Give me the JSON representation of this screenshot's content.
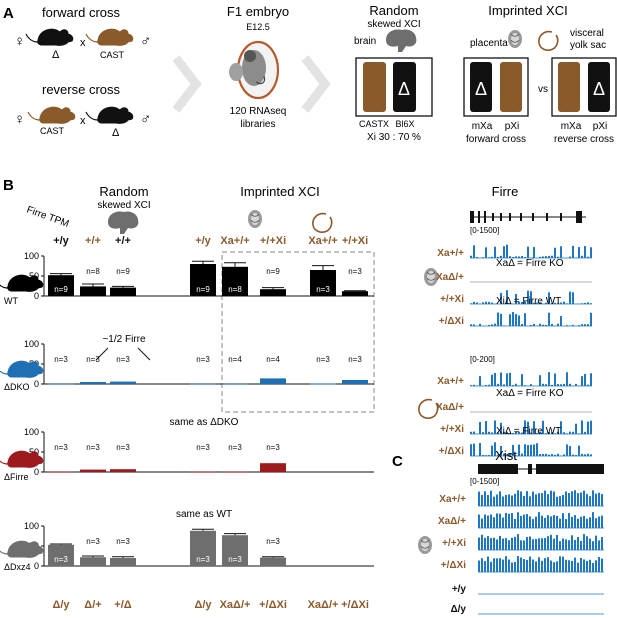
{
  "panels": {
    "a": "A",
    "b": "B",
    "c": "C"
  },
  "panel_a": {
    "forward_cross": "forward cross",
    "reverse_cross": "reverse cross",
    "cross_x": "x",
    "cast": "CAST",
    "delta": "Δ",
    "female": "♀",
    "male": "♂",
    "embryo_title": "F1 embryo",
    "embryo_stage": "E12.5",
    "libraries_count": "120 RNAseq",
    "libraries_word": "libraries",
    "random_title": "Random",
    "random_sub": "skewed XCI",
    "brain": "brain",
    "imprinted_title": "Imprinted XCI",
    "placenta": "placenta",
    "visceral": "visceral",
    "yolk_sac": "yolk sac",
    "castx": "CASTX",
    "bl6x": "Bl6X",
    "xi_ratio": "Xi 30  :  70 %",
    "vs": "vs",
    "mxa": "mXa",
    "pxi": "pXi",
    "forward_label": "forward cross",
    "reverse_label": "reverse cross"
  },
  "panel_b": {
    "random_title": "Random",
    "random_sub": "skewed XCI",
    "imprinted_title": "Imprinted XCI",
    "ylabel": "Firre TPM",
    "ticks": [
      "100",
      "50",
      "0"
    ],
    "annotation_half": "~1/2 Firre",
    "same_as_dko": "same as ΔDKO",
    "same_as_wt": "same as WT",
    "top_genotypes": [
      "+/y",
      "+/+",
      "+/+",
      "+/y",
      "Xa+/+",
      "+/+Xi",
      "Xa+/+",
      "+/+Xi"
    ],
    "bottom_genotypes": [
      "Δ/y",
      "Δ/+",
      "+/Δ",
      "Δ/y",
      "XaΔ/+",
      "+/ΔXi",
      "XaΔ/+",
      "+/ΔXi"
    ]
  },
  "chart_data": {
    "type": "bar",
    "title": "Firre TPM",
    "ylabel": "Firre TPM",
    "ylim": [
      0,
      100
    ],
    "categories": [
      "+/y brain",
      "+/+ brain",
      "+/+ brain (reverse)",
      "+/y placenta",
      "Xa+/+ placenta",
      "+/+Xi placenta",
      "Xa+/+ yolk sac",
      "+/+Xi yolk sac"
    ],
    "series": [
      {
        "name": "WT",
        "color": "#000000",
        "values": [
          52,
          24,
          21,
          80,
          73,
          17,
          65,
          12
        ],
        "errors": [
          4,
          6,
          3,
          7,
          10,
          4,
          11,
          1
        ],
        "n": [
          "n=9",
          "n=8",
          "n=9",
          "n=9",
          "n=8",
          "n=9",
          "n=3",
          "n=3"
        ]
      },
      {
        "name": "ΔDKO",
        "color": "#1f6fb5",
        "values": [
          0.5,
          5,
          6,
          0.5,
          0.5,
          14,
          1,
          10
        ],
        "errors": [
          0,
          0,
          0,
          0,
          0,
          0,
          0,
          0
        ],
        "n": [
          "n=3",
          "n=3",
          "n=3",
          "n=3",
          "n=4",
          "n=4",
          "n=3",
          "n=3"
        ]
      },
      {
        "name": "ΔFirre",
        "color": "#9c1b1f",
        "values": [
          0.5,
          6,
          7,
          0.5,
          0.5,
          22,
          null,
          null
        ],
        "errors": [
          0,
          0,
          0,
          0,
          0,
          0,
          0,
          0
        ],
        "n": [
          "n=3",
          "n=3",
          "n=3",
          "n=3",
          "n=3",
          "n=3",
          "",
          ""
        ]
      },
      {
        "name": "ΔDxz4",
        "color": "#6e6e6e",
        "values": [
          53,
          22,
          20,
          88,
          77,
          21,
          null,
          null
        ],
        "errors": [
          2,
          3,
          3,
          4,
          4,
          2,
          0,
          0
        ],
        "n": [
          "n=3",
          "n=3",
          "n=3",
          "n=3",
          "n=3",
          "n=3",
          "",
          ""
        ]
      }
    ]
  },
  "panel_firre": {
    "title": "Firre",
    "range1": "[0-1500]",
    "range2": "[0-200]",
    "rows": [
      "Xa+/+",
      "XaΔ/+",
      "+/+Xi",
      "+/ΔXi"
    ],
    "ko_label": "XaΔ = Firre KO",
    "wt_label": "XiΔ = Firre WT"
  },
  "panel_xist": {
    "title": "Xist",
    "range": "[0-1500]",
    "rows": [
      "Xa+/+",
      "XaΔ/+",
      "+/+Xi",
      "+/ΔXi",
      "+/y",
      "Δ/y"
    ]
  },
  "colors": {
    "brown": "#8b5a2b",
    "blue": "#1f77c4",
    "red": "#9c1b1f",
    "gray": "#6e6e6e",
    "black": "#111111"
  }
}
